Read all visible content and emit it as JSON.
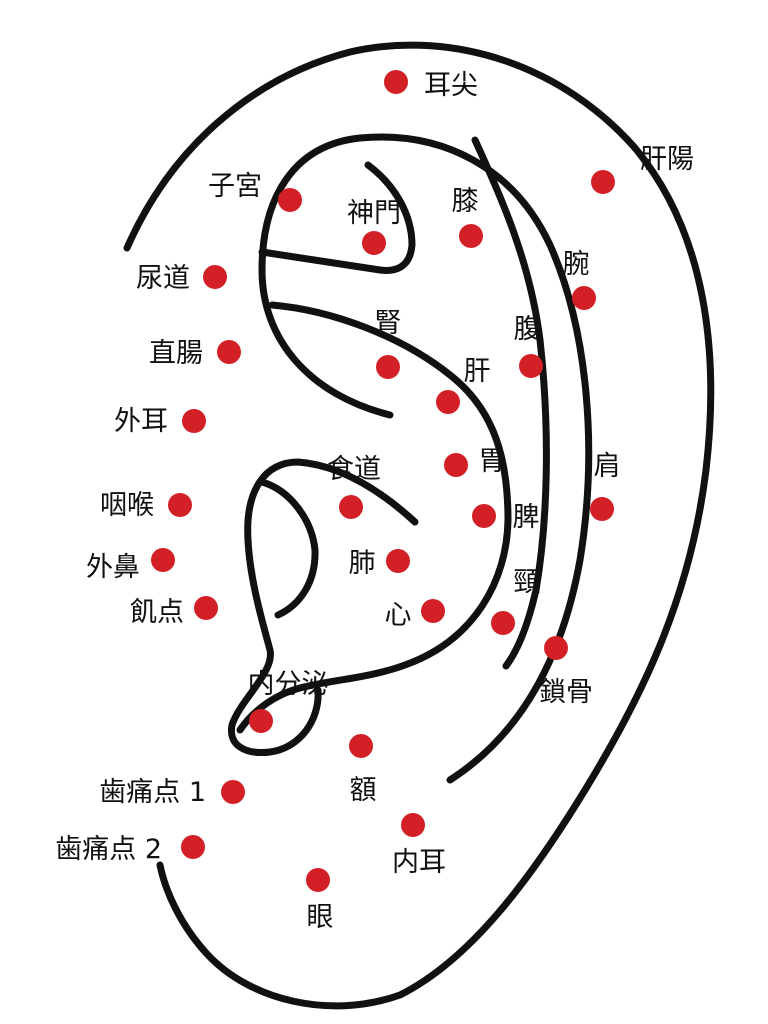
{
  "colors": {
    "point": "#d32027",
    "outline": "#111111",
    "background": "#ffffff"
  },
  "points": [
    {
      "id": "ear-apex",
      "label": "耳尖"
    },
    {
      "id": "liver-yang",
      "label": "肝陽"
    },
    {
      "id": "uterus",
      "label": "子宮"
    },
    {
      "id": "shenmen",
      "label": "神門"
    },
    {
      "id": "knee",
      "label": "膝"
    },
    {
      "id": "urethra",
      "label": "尿道"
    },
    {
      "id": "wrist",
      "label": "腕"
    },
    {
      "id": "kidney",
      "label": "腎"
    },
    {
      "id": "abdomen",
      "label": "腹"
    },
    {
      "id": "rectum",
      "label": "直腸"
    },
    {
      "id": "liver",
      "label": "肝"
    },
    {
      "id": "external-ear",
      "label": "外耳"
    },
    {
      "id": "esophagus",
      "label": "食道"
    },
    {
      "id": "stomach",
      "label": "胃"
    },
    {
      "id": "shoulder",
      "label": "肩"
    },
    {
      "id": "throat",
      "label": "咽喉"
    },
    {
      "id": "spleen",
      "label": "脾"
    },
    {
      "id": "external-nose",
      "label": "外鼻"
    },
    {
      "id": "lung",
      "label": "肺"
    },
    {
      "id": "neck",
      "label": "頸"
    },
    {
      "id": "hunger-point",
      "label": "飢点"
    },
    {
      "id": "heart",
      "label": "心"
    },
    {
      "id": "clavicle",
      "label": "鎖骨"
    },
    {
      "id": "endocrine",
      "label": "内分泌"
    },
    {
      "id": "forehead",
      "label": "額"
    },
    {
      "id": "toothache-1",
      "label": "歯痛点 1"
    },
    {
      "id": "toothache-2",
      "label": "歯痛点 2"
    },
    {
      "id": "inner-ear",
      "label": "内耳"
    },
    {
      "id": "eye",
      "label": "眼"
    }
  ]
}
